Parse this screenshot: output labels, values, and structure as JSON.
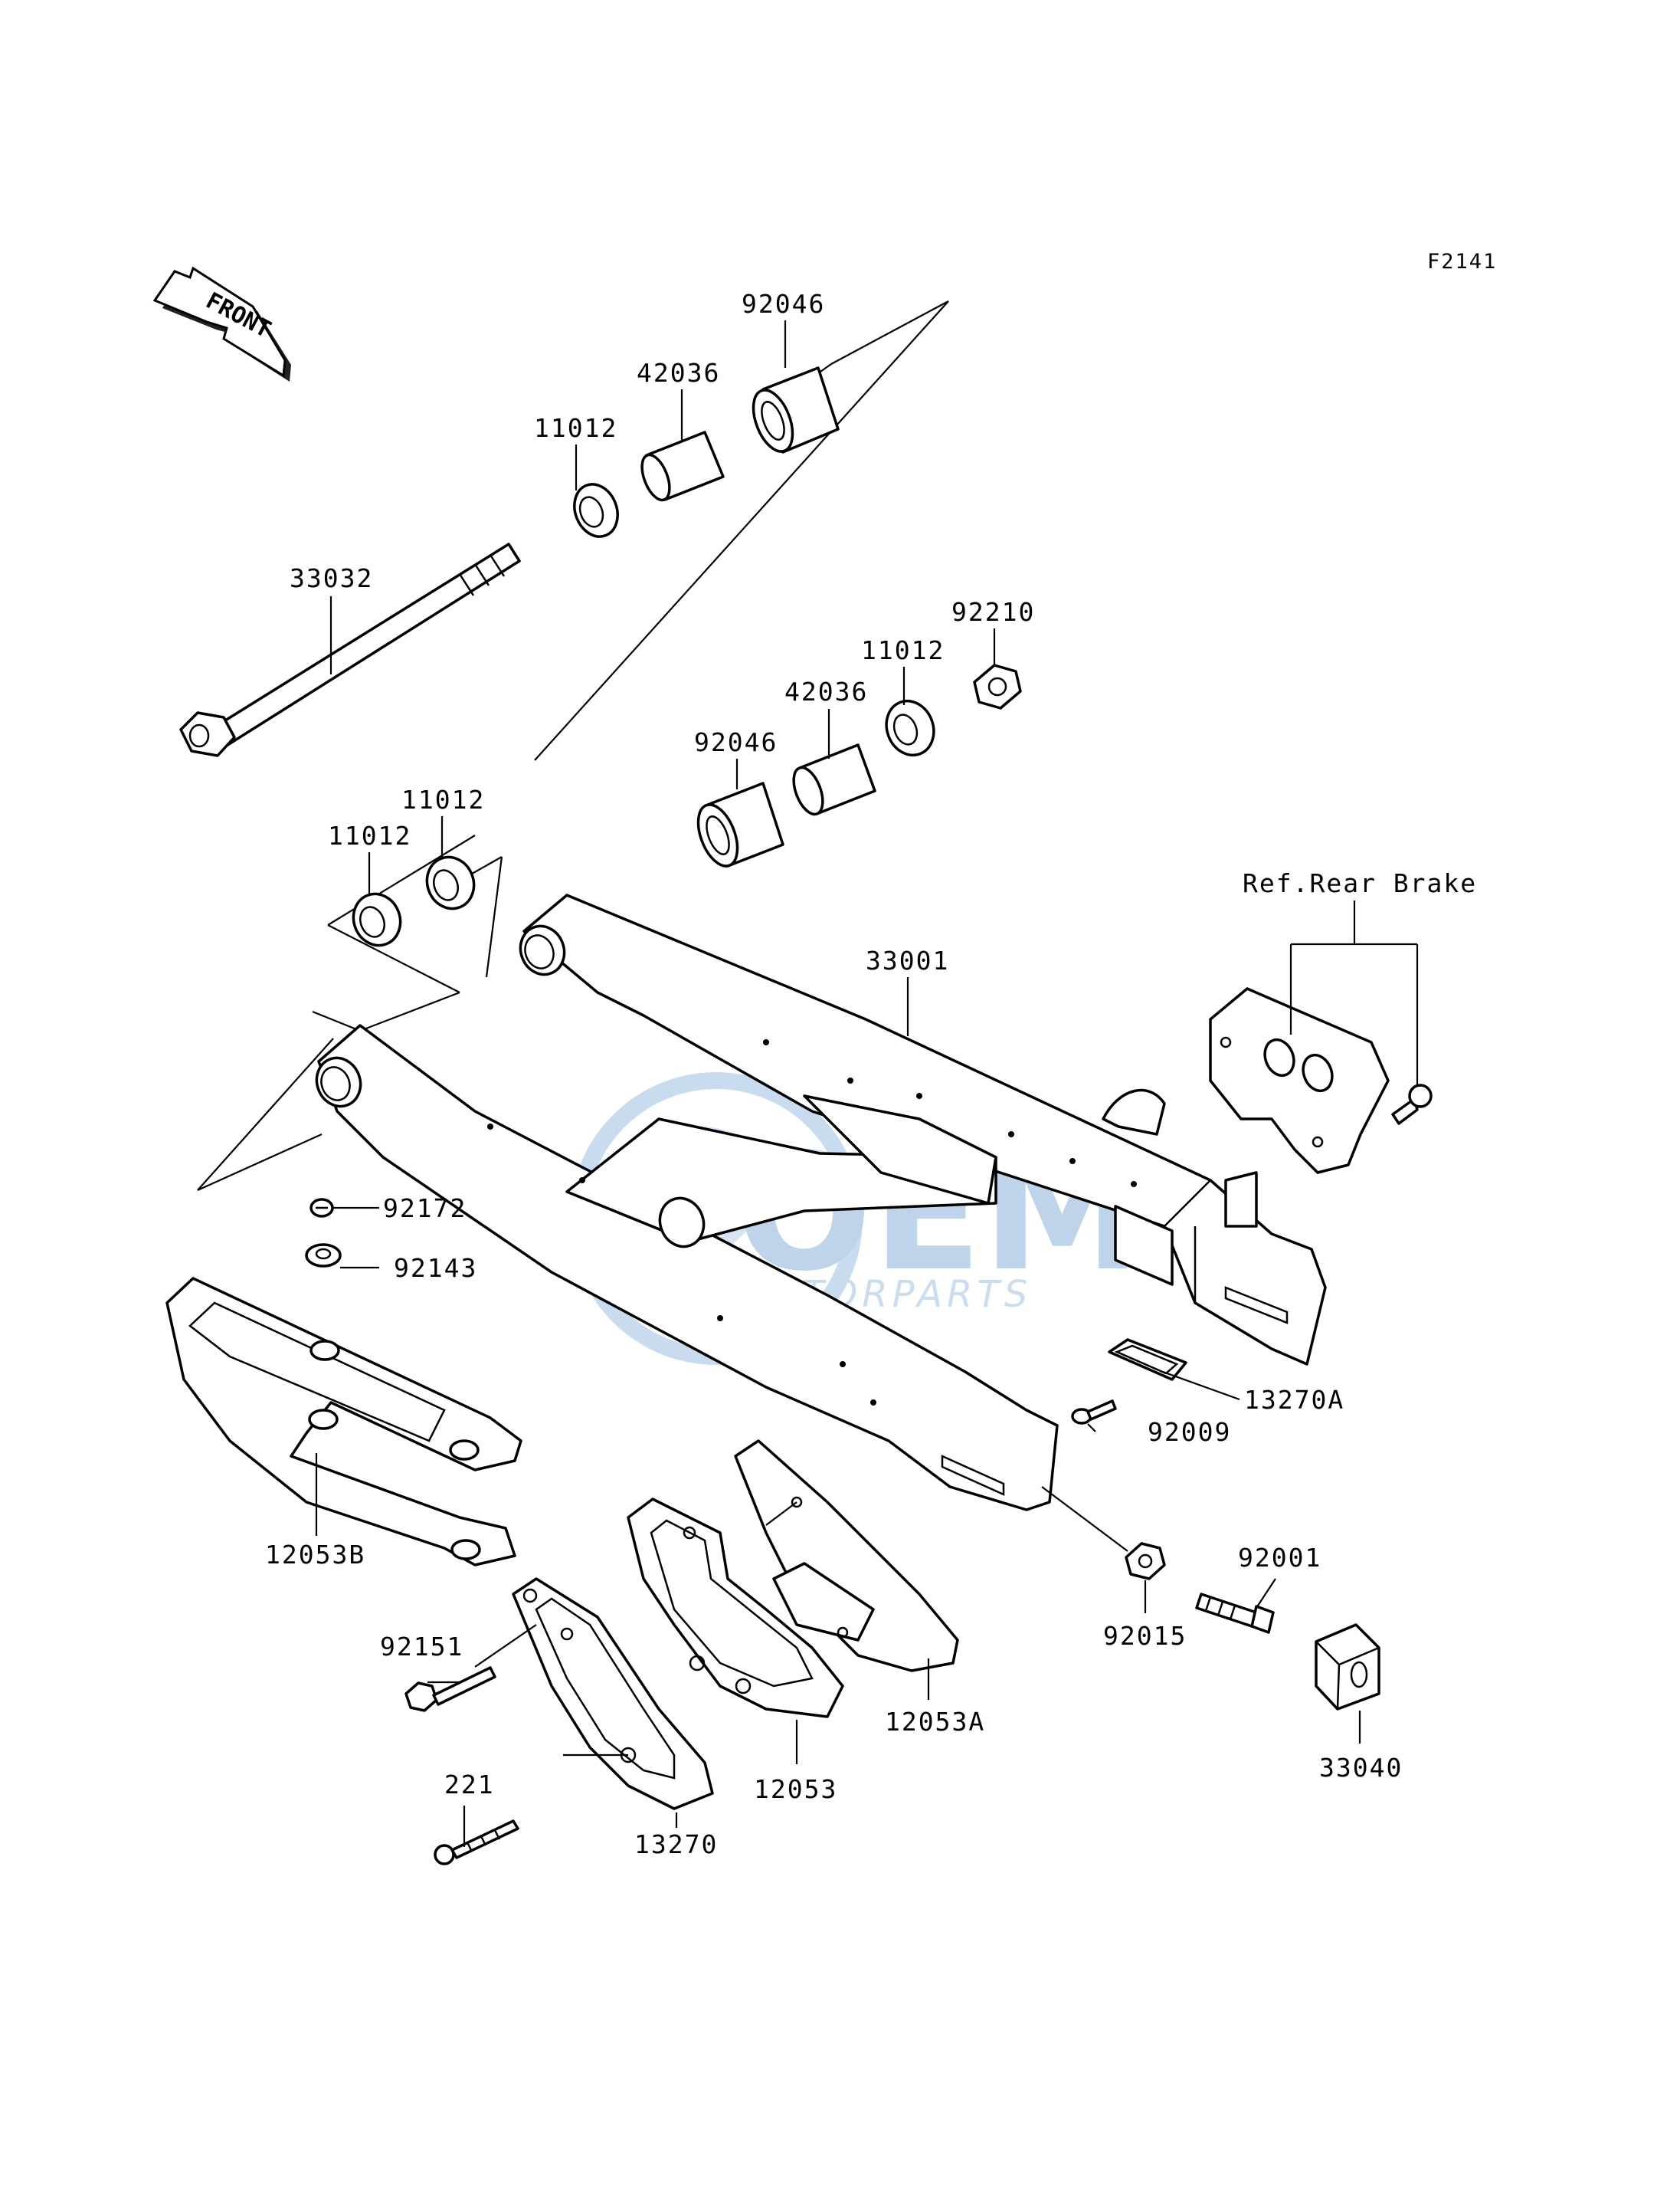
{
  "diagram": {
    "figure_code": "F2141",
    "front_arrow_text": "FRONT",
    "watermark": {
      "main": "OEM",
      "sub": "MOTORPARTS"
    },
    "labels": {
      "p92046_top": "92046",
      "p42036_top": "42036",
      "p11012_top": "11012",
      "p33032": "33032",
      "p92210": "92210",
      "p11012_mid": "11012",
      "p42036_mid": "42036",
      "p92046_mid": "92046",
      "p11012_lft2": "11012",
      "p11012_lft1": "11012",
      "p33001": "33001",
      "ref_rear_brake": "Ref.Rear Brake",
      "p92172": "92172",
      "p92143": "92143",
      "p13270A": "13270A",
      "p92009": "92009",
      "p12053B": "12053B",
      "p92001": "92001",
      "p92015": "92015",
      "p92151": "92151",
      "p12053A": "12053A",
      "p33040": "33040",
      "p221": "221",
      "p12053": "12053",
      "p13270": "13270"
    }
  }
}
